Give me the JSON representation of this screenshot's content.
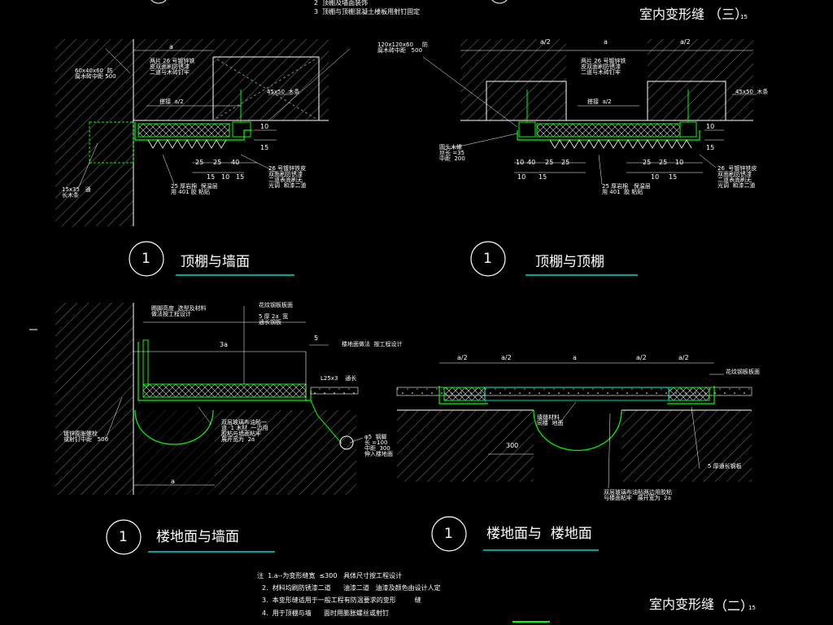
{
  "header": {
    "note_top_1": "2  顶棚及墙面装饰",
    "note_top_2": "3  顶棚与顶棚混凝土楼板用射钉固定",
    "sheet_title_top": "室内变形缝 （三）",
    "sheet_no_top": "15"
  },
  "details": [
    {
      "number": "1",
      "title": "顶棚与墙面",
      "callouts": {
        "wood_block": "60x40x60  防\n腐木砖中距 500",
        "steel_sheet": "两片 26 号镀锌铁\n皮双面刷防锈漆\n二道与木砖钉牢",
        "gap": "搭接  a/2",
        "wood_strip": "45x50  木条",
        "insulation": "25 厚岩棉  保温层\n用 401 胶 粘贴",
        "steel_cover": "26 号镀锌铁皮\n双面刷防锈漆\n二道表面刷无\n光调  和漆二道",
        "plank": "15x35   通\n长木条",
        "dims_top": "a",
        "dims_bottom": [
          "25",
          "25",
          "40",
          "15",
          "10",
          "15"
        ],
        "dim_right": [
          "10",
          "15"
        ]
      }
    },
    {
      "number": "1",
      "title": "顶棚与顶棚",
      "callouts": {
        "wood_block": "120x120x60     防\n腐木砖中距   500",
        "steel_sheet": "两片 26 号镀锌铁\n皮双面刷防锈漆\n二道与木砖钉牢",
        "gap": "搭接  a/2",
        "wood_strip": "45x50  木条",
        "round_rod": "圆头木螺\n丝长 =35\n中距  200",
        "insulation": "25 厚岩棉   保温层\n用 401  胶 粘贴",
        "steel_cover": "26  号镀锌铁皮\n双面刷防锈漆\n二道表面刷无\n光调  和漆二道",
        "dims_top": [
          "a/2",
          "a",
          "a/2"
        ],
        "dims_bottom": [
          "10",
          "40",
          "25",
          "25",
          "10",
          "15",
          "25",
          "25",
          "10",
          "10",
          "15"
        ],
        "dim_right": [
          "10",
          "15"
        ]
      }
    },
    {
      "number": "1",
      "title": "楼地面与墙面",
      "callouts": {
        "wall_finish": "踢脚高度  选型及材料\n做法按工程设计",
        "floor_plate": "花纹钢板板面",
        "plate_thickness": "5 厚 2a  宽\n通长钢板",
        "floor_design": "楼地面做法  按工程设计",
        "angle": "L25x3    通长",
        "anchor": "镀锌膨胀螺栓\n或射钉中距   500",
        "membrane": "双层玻璃布油毡一\n道  1 木材  一边用\n胶粘与墙面粘牢\n展开宽为  2a",
        "bolt": "φ5  钢脚\n长 =100\n中距  300\n伸入楼地面",
        "dims_top": [
          "3a",
          "5"
        ],
        "dims_bottom": "a"
      }
    },
    {
      "number": "1",
      "title": "楼地面与  楼地面",
      "callouts": {
        "floor_plate": "花纹钢板板面",
        "filler": "填缝材料\n同楼  地面",
        "angle_steel": "5 厚通长钢板",
        "membrane": "双层玻璃布油毡两边用胶粘\n与楼面粘牢   展开宽为  2a",
        "dim_300": "300",
        "dims_top": [
          "a/2",
          "a/2",
          "a",
          "a/2",
          "a/2"
        ]
      }
    }
  ],
  "notes": {
    "note_1": "注  1.a--为变形缝宽  ≤300   具体尺寸按工程设计",
    "note_2": "2.  材料均刷防锈漆二道      油漆二道   油漆及颜色由设计人定",
    "note_3": "3.  本变形缝适用于一般工程有防温要求的变形         缝",
    "note_4": "4.  用于顶棚与墙      面时用膨胀螺丝或射钉"
  },
  "footer": {
    "sheet_title": "室内变形缝",
    "sheet_sub": "（二）",
    "sheet_no": "15"
  },
  "colors": {
    "background": "#000000",
    "line_white": "#ffffff",
    "line_green": "#00ff00",
    "line_cyan": "#00ffff",
    "hatch": "#8a8a8a"
  }
}
